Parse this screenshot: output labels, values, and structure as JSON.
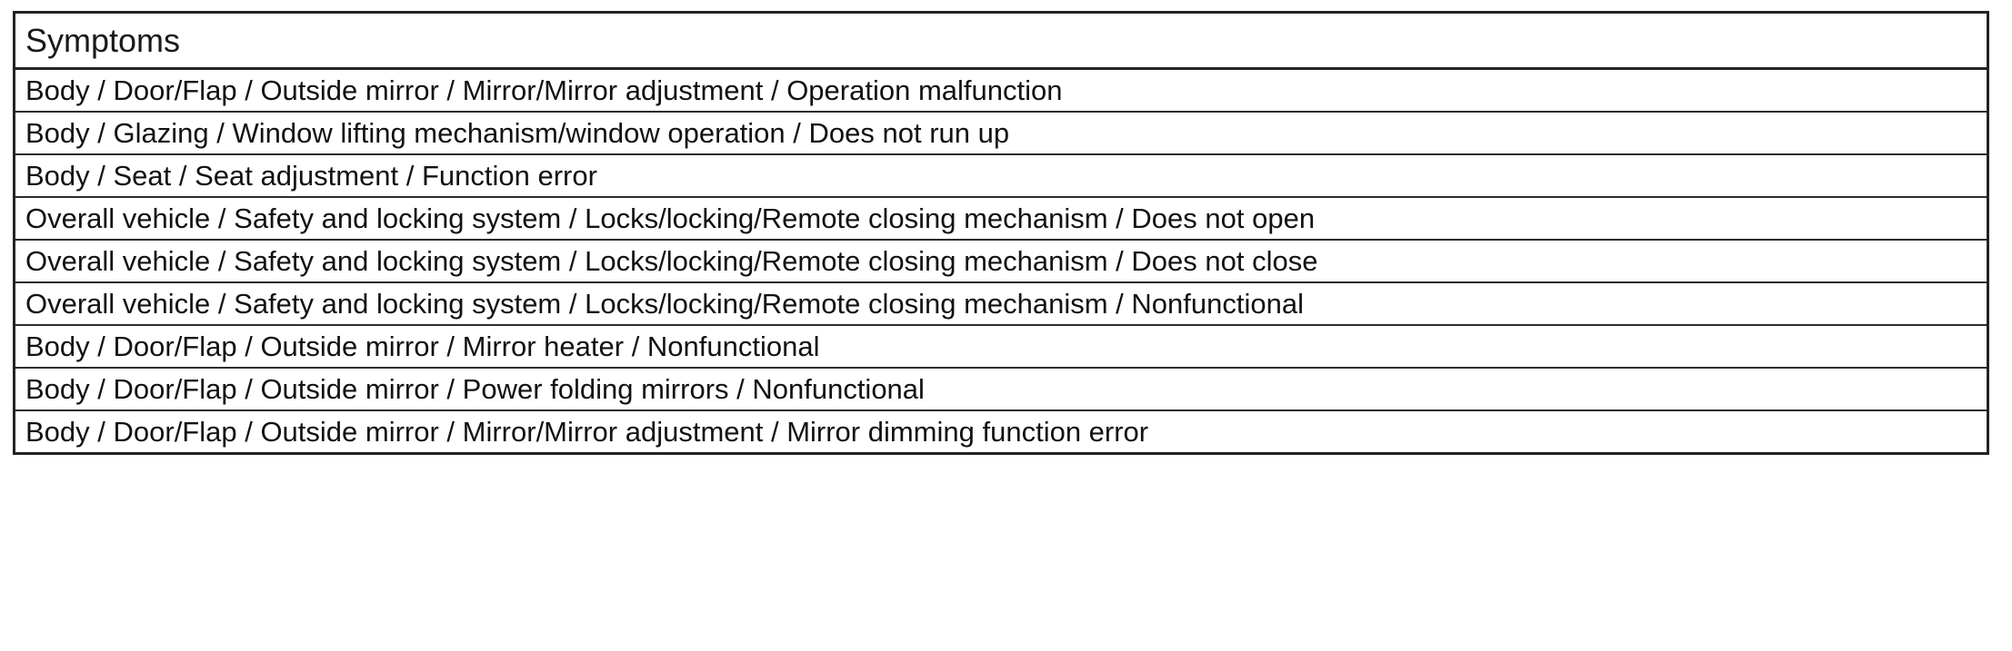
{
  "table": {
    "title": "Symptoms",
    "columns": [
      "Symptoms"
    ],
    "rows": [
      "Body / Door/Flap / Outside mirror / Mirror/Mirror adjustment / Operation malfunction",
      "Body / Glazing / Window lifting mechanism/window operation / Does not run up",
      "Body / Seat / Seat adjustment / Function error",
      "Overall vehicle / Safety and locking system / Locks/locking/Remote closing mechanism / Does not open",
      "Overall vehicle / Safety and locking system / Locks/locking/Remote closing mechanism / Does not close",
      "Overall vehicle / Safety and locking system / Locks/locking/Remote closing mechanism / Nonfunctional",
      "Body / Door/Flap / Outside mirror / Mirror heater / Nonfunctional",
      "Body / Door/Flap / Outside mirror / Power folding mirrors / Nonfunctional",
      "Body / Door/Flap / Outside mirror / Mirror/Mirror adjustment / Mirror dimming function error"
    ]
  },
  "colors": {
    "background": "#ffffff",
    "text": "#121212",
    "border": "#232323"
  }
}
